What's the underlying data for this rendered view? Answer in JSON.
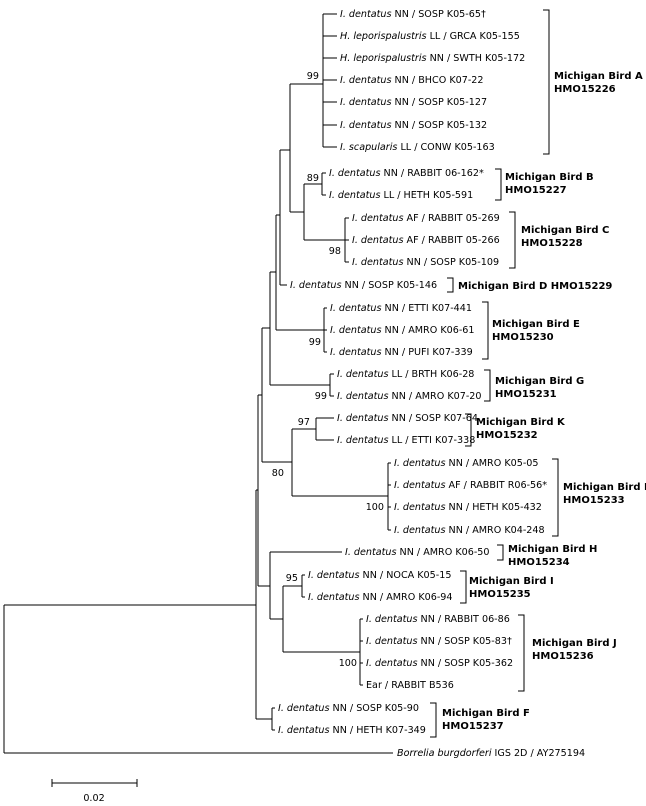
{
  "tree": {
    "leaves": [
      {
        "species": "I. dentatus",
        "rest": " NN / SOSP K05-65†"
      },
      {
        "species": "H. leporispalustris",
        "rest": " LL / GRCA K05-155"
      },
      {
        "species": "H. leporispalustris",
        "rest": " NN / SWTH K05-172"
      },
      {
        "species": "I. dentatus",
        "rest": " NN / BHCO K07-22"
      },
      {
        "species": "I. dentatus",
        "rest": " NN / SOSP K05-127"
      },
      {
        "species": "I. dentatus",
        "rest": " NN / SOSP K05-132"
      },
      {
        "species": "I. scapularis",
        "rest": " LL / CONW K05-163"
      },
      {
        "species": "I. dentatus",
        "rest": " NN / RABBIT 06-162*"
      },
      {
        "species": "I. dentatus",
        "rest": " LL / HETH K05-591"
      },
      {
        "species": "I. dentatus",
        "rest": " AF / RABBIT 05-269"
      },
      {
        "species": "I. dentatus",
        "rest": " AF / RABBIT 05-266"
      },
      {
        "species": "I. dentatus",
        "rest": " NN / SOSP K05-109"
      },
      {
        "species": "I. dentatus",
        "rest": " NN / SOSP K05-146"
      },
      {
        "species": "I. dentatus",
        "rest": " NN / ETTI K07-441"
      },
      {
        "species": "I. dentatus",
        "rest": " NN / AMRO K06-61"
      },
      {
        "species": "I. dentatus",
        "rest": " NN / PUFI K07-339"
      },
      {
        "species": "I. dentatus",
        "rest": " LL / BRTH K06-28"
      },
      {
        "species": "I. dentatus",
        "rest": " NN / AMRO K07-20"
      },
      {
        "species": "I. dentatus",
        "rest": " NN / SOSP K07-64"
      },
      {
        "species": "I. dentatus",
        "rest": " LL / ETTI K07-338"
      },
      {
        "species": "I. dentatus",
        "rest": " NN / AMRO K05-05"
      },
      {
        "species": "I. dentatus",
        "rest": " AF / RABBIT R06-56*"
      },
      {
        "species": "I. dentatus",
        "rest": " NN / HETH K05-432"
      },
      {
        "species": "I. dentatus",
        "rest": " NN / AMRO K04-248"
      },
      {
        "species": "I. dentatus",
        "rest": " NN / AMRO K06-50"
      },
      {
        "species": "I. dentatus",
        "rest": " NN / NOCA K05-15"
      },
      {
        "species": "I. dentatus",
        "rest": " NN / AMRO K06-94"
      },
      {
        "species": "I. dentatus",
        "rest": " NN / RABBIT 06-86"
      },
      {
        "species": "I. dentatus",
        "rest": " NN / SOSP K05-83†"
      },
      {
        "species": "I. dentatus",
        "rest": " NN / SOSP K05-362"
      },
      {
        "species": "",
        "rest": "Ear / RABBIT B536"
      },
      {
        "species": "I. dentatus",
        "rest": " NN / SOSP K05-90"
      },
      {
        "species": "I. dentatus",
        "rest": " NN / HETH K07-349"
      },
      {
        "species": "Borrelia burgdorferi",
        "rest": " IGS 2D / AY275194"
      }
    ],
    "bootstraps": [
      "99",
      "89",
      "98",
      "99",
      "99",
      "97",
      "80",
      "100",
      "95",
      "100"
    ],
    "clades": [
      {
        "line1": "Michigan Bird A",
        "line2": "HMO15226"
      },
      {
        "line1": "Michigan Bird B",
        "line2": "HMO15227"
      },
      {
        "line1": "Michigan Bird C",
        "line2": "HMO15228"
      },
      {
        "line1": "Michigan Bird D HMO15229",
        "line2": ""
      },
      {
        "line1": "Michigan Bird E",
        "line2": "HMO15230"
      },
      {
        "line1": "Michigan Bird G",
        "line2": "HMO15231"
      },
      {
        "line1": "Michigan Bird K",
        "line2": "HMO15232"
      },
      {
        "line1": "Michigan Bird L",
        "line2": "HMO15233"
      },
      {
        "line1": "Michigan Bird H",
        "line2": "HMO15234"
      },
      {
        "line1": "Michigan Bird I",
        "line2": "HMO15235"
      },
      {
        "line1": "Michigan Bird J",
        "line2": "HMO15236"
      },
      {
        "line1": "Michigan Bird F",
        "line2": "HMO15237"
      }
    ],
    "scale_bar_label": "0.02"
  }
}
